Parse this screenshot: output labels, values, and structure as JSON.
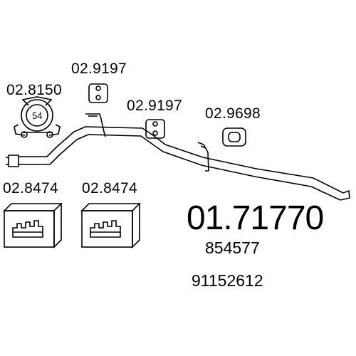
{
  "parts": {
    "clamp": {
      "code": "02.8150",
      "size": "54"
    },
    "hanger_left": {
      "code": "02.9197"
    },
    "hanger_mid": {
      "code": "02.9197"
    },
    "rubber_mount": {
      "code": "02.9698"
    },
    "box_left": {
      "code": "02.8474"
    },
    "box_right": {
      "code": "02.8474"
    }
  },
  "product": {
    "code": "01.71770",
    "oem_refs": [
      "854577",
      "91152612"
    ]
  }
}
